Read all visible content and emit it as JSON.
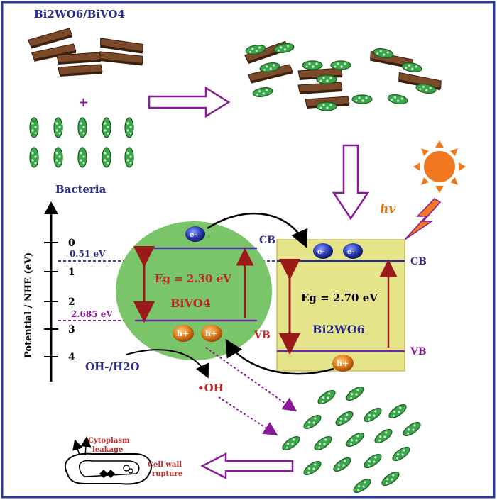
{
  "labels": {
    "composite": "Bi2WO6/BiVO4",
    "plus": "+",
    "bacteria": "Bacteria",
    "axis_label": "Potential / NHE (eV)",
    "ticks": [
      "0",
      "1",
      "2",
      "3",
      "4"
    ],
    "level_051": "0.51 eV",
    "level_2685": "2.685 eV",
    "hv": "hv",
    "bivo4_eg": "Eg = 2.30 eV",
    "bivo4_name": "BiVO4",
    "bi2wo6_eg": "Eg = 2.70 eV",
    "bi2wo6_name": "Bi2WO6",
    "cb_left": "CB",
    "vb_left": "VB",
    "cb_right": "CB",
    "vb_right": "VB",
    "electron": "e-",
    "hole": "h+",
    "oh_h2o": "OH-/H2O",
    "oh_radical": "•OH",
    "cytoplasm_leakage": "Cytoplasm leakage",
    "cell_wall_rupture": "Cell wall rupture"
  },
  "colors": {
    "frame": "#2a3a9a",
    "navy_text": "#2a2a8a",
    "red_text": "#c0282a",
    "purple_arrow": "#8a1a9a",
    "bivo4_fill": "#7ac46a",
    "bi2wo6_fill": "#e6e48a",
    "sun": "#f07820",
    "bacteria": "#2f9a3a",
    "sheet": "#7a4a2a"
  },
  "icons": [
    "sun-icon",
    "lightning-icon",
    "bacteria-icon",
    "electron-icon",
    "hole-icon",
    "cell-rupture-icon"
  ]
}
